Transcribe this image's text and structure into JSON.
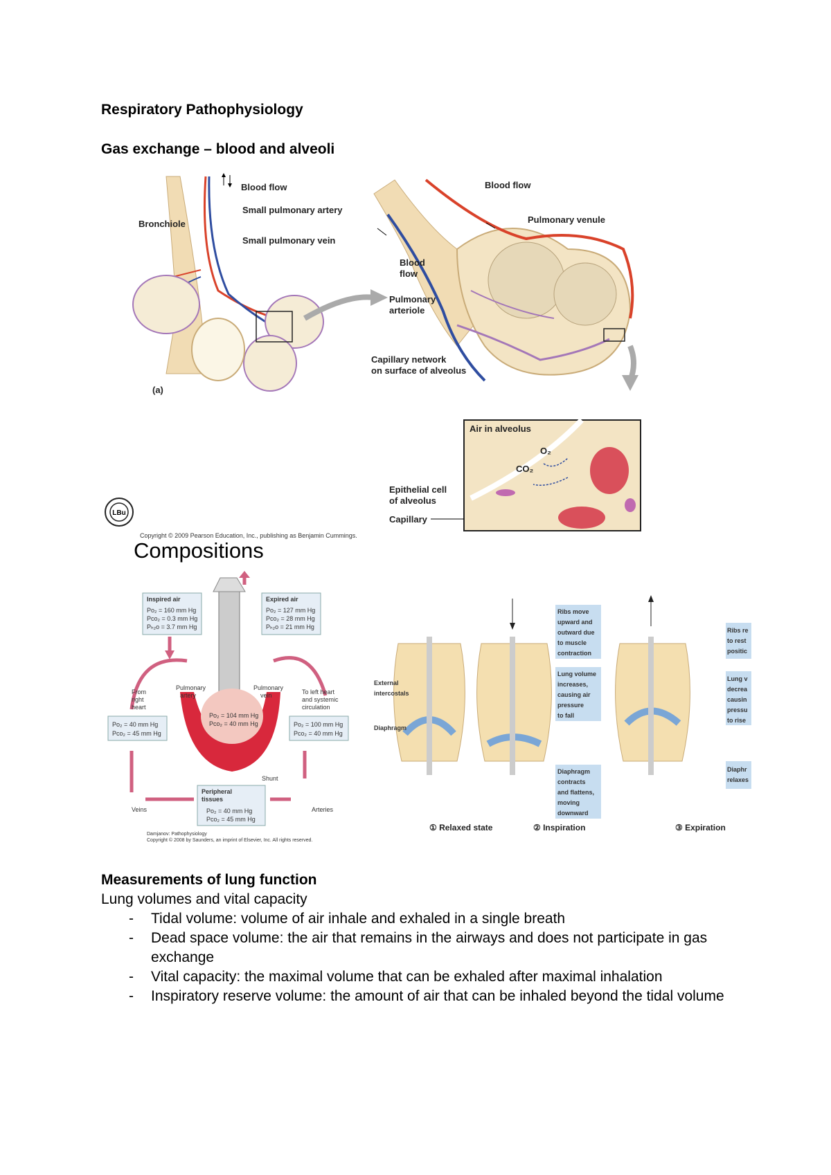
{
  "heading": "Respiratory Pathophysiology",
  "subheading": "Gas exchange – blood and alveoli",
  "fig_a": {
    "blood_flow": "Blood flow",
    "small_artery": "Small pulmonary artery",
    "small_vein": "Small pulmonary vein",
    "bronchiole": "Bronchiole",
    "panel": "(a)",
    "blood_flow_r": "Blood flow",
    "venule": "Pulmonary venule",
    "blood_flow2_a": "Blood",
    "blood_flow2_b": "flow",
    "arteriole_a": "Pulmonary",
    "arteriole_b": "arteriole",
    "capnet_a": "Capillary network",
    "capnet_b": "on surface of alveolus",
    "air_in_alveolus": "Air in alveolus",
    "o2": "O₂",
    "co2": "CO₂",
    "epithelial_a": "Epithelial cell",
    "epithelial_b": "of alveolus",
    "capillary": "Capillary",
    "copyright": "Copyright © 2009 Pearson Education, Inc., publishing as Benjamin Cummings."
  },
  "compositions": {
    "title": "Compositions",
    "inspired_title": "Inspired air",
    "inspired_lines": [
      "Po₂ = 160 mm Hg",
      "Pco₂ = 0.3 mm Hg",
      "Pₕ₂o = 3.7 mm Hg"
    ],
    "expired_title": "Expired air",
    "expired_lines": [
      "Po₂ = 127 mm Hg",
      "Pco₂ = 28 mm Hg",
      "Pₕ₂o = 21 mm Hg"
    ],
    "from_right_heart": [
      "From",
      "right",
      "heart"
    ],
    "pulm_artery": [
      "Pulmonary",
      "artery"
    ],
    "pulm_vein": [
      "Pulmonary",
      "vein"
    ],
    "to_left_heart": [
      "To left heart",
      "and systemic",
      "circulation"
    ],
    "alveolus_vals": [
      "Po₂ = 104 mm Hg",
      "Pco₂ = 40 mm Hg"
    ],
    "left_box": [
      "Po₂ = 40 mm Hg",
      "Pco₂ = 45 mm Hg"
    ],
    "right_box": [
      "Po₂ = 100 mm Hg",
      "Pco₂ = 40 mm Hg"
    ],
    "shunt": "Shunt",
    "peripheral_title": [
      "Peripheral",
      "tissues"
    ],
    "peripheral_lines": [
      "Po₂ = 40 mm Hg",
      "Pco₂ = 45 mm Hg"
    ],
    "veins": "Veins",
    "arteries": "Arteries",
    "credit_a": "Damjanov: Pathophysiology",
    "credit_b": "Copyright © 2008 by Saunders, an imprint of Elsevier, Inc. All rights reserved."
  },
  "breathing": {
    "ribs_move": [
      "Ribs move",
      "upward and",
      "outward due",
      "to muscle",
      "contraction"
    ],
    "lung_vol_inc": [
      "Lung volume",
      "increases,",
      "causing air",
      "pressure",
      "to fall"
    ],
    "diaphragm_contracts": [
      "Diaphragm",
      "contracts",
      "and flattens,",
      "moving",
      "downward"
    ],
    "ribs_rest": [
      "Ribs re",
      "to rest",
      "positic"
    ],
    "lung_vol_dec": [
      "Lung v",
      "decrea",
      "causin",
      "pressu",
      "to rise"
    ],
    "diaphragm_relaxes": [
      "Diaphr",
      "relaxes"
    ],
    "ext_intercostals": [
      "External",
      "intercostals"
    ],
    "diaphragm": "Diaphragm",
    "relaxed": "① Relaxed state",
    "inspiration": "② Inspiration",
    "expiration": "③ Expiration"
  },
  "measurements": {
    "title": "Measurements of lung function",
    "subtitle": "Lung volumes and vital capacity",
    "items": [
      "Tidal volume: volume of air inhale and exhaled in a single breath",
      "Dead space volume: the air that remains in the airways and does not participate in gas exchange",
      "Vital capacity: the maximal volume that can be exhaled after maximal inhalation",
      "Inspiratory reserve volume: the amount of air that can be inhaled beyond the tidal volume"
    ]
  }
}
